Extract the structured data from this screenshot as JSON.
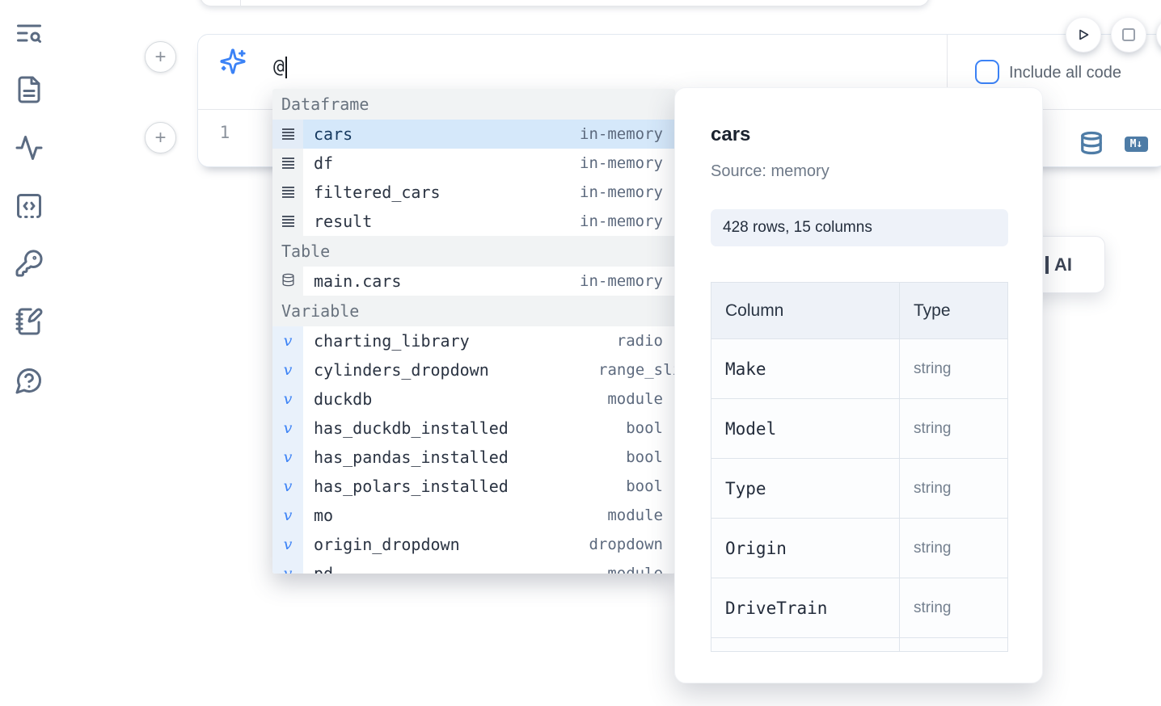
{
  "colors": {
    "accent_blue": "#3b82f6",
    "steel_blue": "#4e7ca6",
    "selected_row": "#d5e8fa",
    "sidebar_icon": "#5b6b82"
  },
  "sidebar": {
    "icons": [
      "toc-search",
      "file-document",
      "activity",
      "code-snippets",
      "key",
      "notebook-pen",
      "help-chat"
    ]
  },
  "cell": {
    "ai_prompt_value": "@",
    "include_all_code_label": "Include all code",
    "include_all_code_checked": false,
    "line_number": "1",
    "markdown_badge": "M↓"
  },
  "autocomplete": {
    "sections": [
      {
        "label": "Dataframe",
        "items": [
          {
            "name": "cars",
            "type": "in-memory",
            "kind": "df",
            "selected": true
          },
          {
            "name": "df",
            "type": "in-memory",
            "kind": "df"
          },
          {
            "name": "filtered_cars",
            "type": "in-memory",
            "kind": "df"
          },
          {
            "name": "result",
            "type": "in-memory",
            "kind": "df"
          }
        ]
      },
      {
        "label": "Table",
        "items": [
          {
            "name": "main.cars",
            "type": "in-memory",
            "kind": "table"
          }
        ]
      },
      {
        "label": "Variable",
        "items": [
          {
            "name": "charting_library",
            "type": "radio",
            "kind": "var"
          },
          {
            "name": "cylinders_dropdown",
            "type": "range_sli",
            "kind": "var",
            "clip_right": true
          },
          {
            "name": "duckdb",
            "type": "module",
            "kind": "var"
          },
          {
            "name": "has_duckdb_installed",
            "type": "bool",
            "kind": "var"
          },
          {
            "name": "has_pandas_installed",
            "type": "bool",
            "kind": "var"
          },
          {
            "name": "has_polars_installed",
            "type": "bool",
            "kind": "var"
          },
          {
            "name": "mo",
            "type": "module",
            "kind": "var"
          },
          {
            "name": "origin_dropdown",
            "type": "dropdown",
            "kind": "var"
          },
          {
            "name": "pd",
            "type": "module",
            "kind": "var"
          }
        ]
      }
    ]
  },
  "preview": {
    "title": "cars",
    "source_label": "Source: memory",
    "shape_label": "428 rows, 15 columns",
    "table": {
      "headers": [
        "Column",
        "Type"
      ],
      "rows": [
        [
          "Make",
          "string"
        ],
        [
          "Model",
          "string"
        ],
        [
          "Type",
          "string"
        ],
        [
          "Origin",
          "string"
        ],
        [
          "DriveTrain",
          "string"
        ]
      ]
    }
  },
  "ai_card": {
    "label": "AI"
  }
}
